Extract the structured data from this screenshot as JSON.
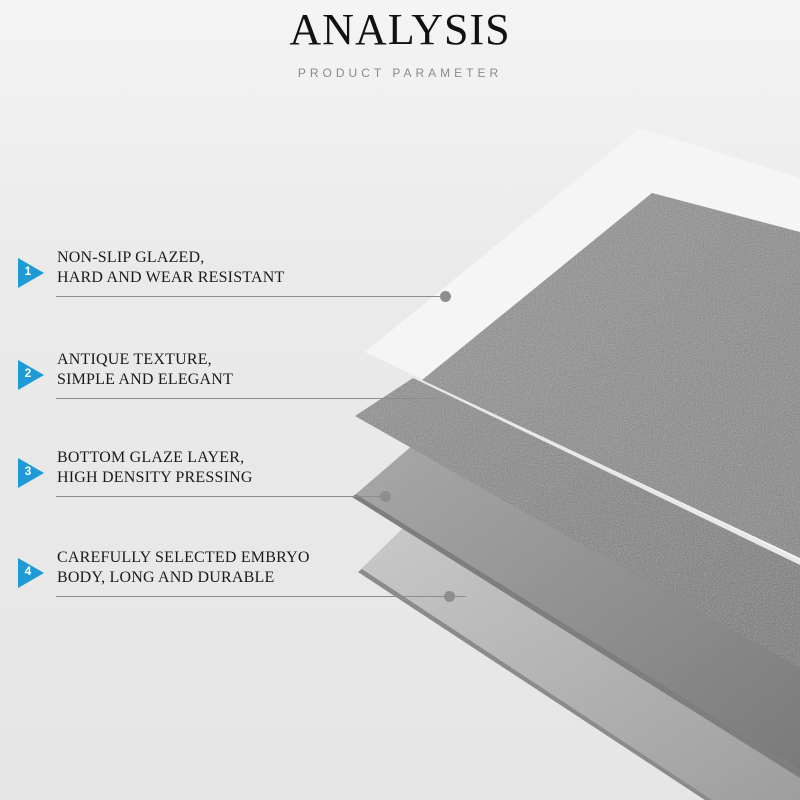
{
  "header": {
    "title": "ANALYSIS",
    "subtitle": "PRODUCT PARAMETER"
  },
  "colors": {
    "accent": "#1e9ad6",
    "text": "#1a1a1a",
    "subtitle": "#8a8a8a"
  },
  "features": [
    {
      "number": "1",
      "line1": "NON-SLIP GLAZED,",
      "line2": "HARD AND WEAR RESISTANT",
      "icon": "blue-arrow-marker"
    },
    {
      "number": "2",
      "line1": "ANTIQUE TEXTURE,",
      "line2": "SIMPLE AND ELEGANT",
      "icon": "blue-arrow-marker"
    },
    {
      "number": "3",
      "line1": "BOTTOM GLAZE LAYER,",
      "line2": "HIGH DENSITY PRESSING",
      "icon": "blue-arrow-marker"
    },
    {
      "number": "4",
      "line1": "CAREFULLY SELECTED EMBRYO",
      "line2": "BODY, LONG AND DURABLE",
      "icon": "blue-arrow-marker"
    }
  ]
}
